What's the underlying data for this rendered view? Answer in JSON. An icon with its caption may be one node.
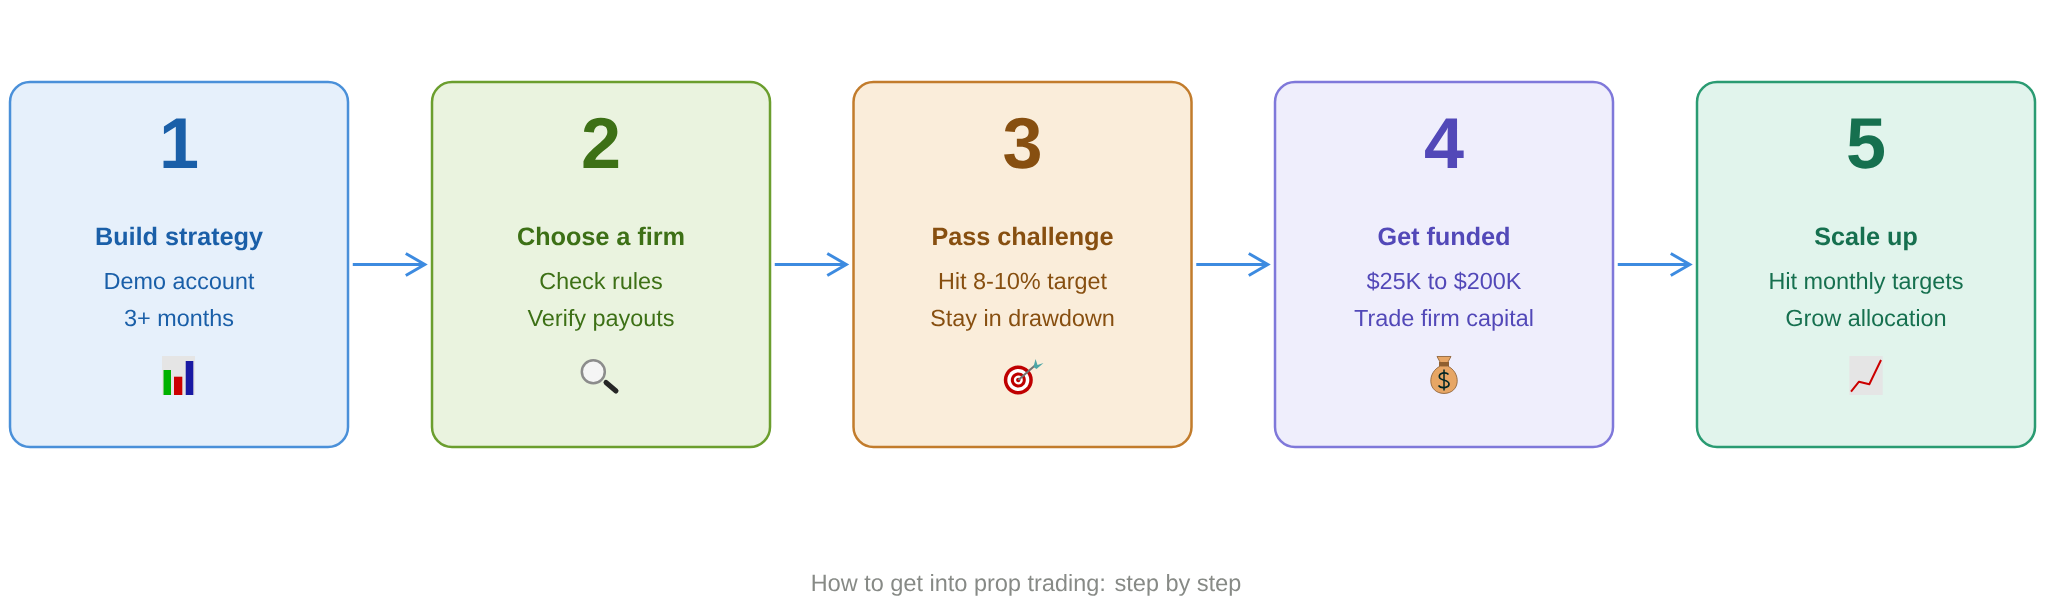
{
  "diagram": {
    "caption": "How to get into prop trading: step by step",
    "nodes": [
      {
        "text": [
          "1",
          "Build strategy",
          "Demo account",
          "3+ months"
        ]
      },
      {
        "text": [
          "2",
          "Choose a firm",
          "Check rules",
          "Verify payouts"
        ]
      },
      {
        "text": [
          "3",
          "Pass challenge",
          "Hit 8-10% target",
          "Stay in drawdown"
        ]
      },
      {
        "text": [
          "4",
          "Get funded",
          "$25K to $200K",
          "Trade firm capital"
        ]
      },
      {
        "text": [
          "5",
          "Scale up",
          "Hit monthly targets",
          "Grow allocation"
        ]
      }
    ],
    "edges": [
      {
        "from": 0,
        "to": 1,
        "arrow": "to"
      },
      {
        "from": 1,
        "to": 2,
        "arrow": "to"
      },
      {
        "from": 2,
        "to": 3,
        "arrow": "to"
      },
      {
        "from": 3,
        "to": 4,
        "arrow": "to"
      }
    ]
  }
}
